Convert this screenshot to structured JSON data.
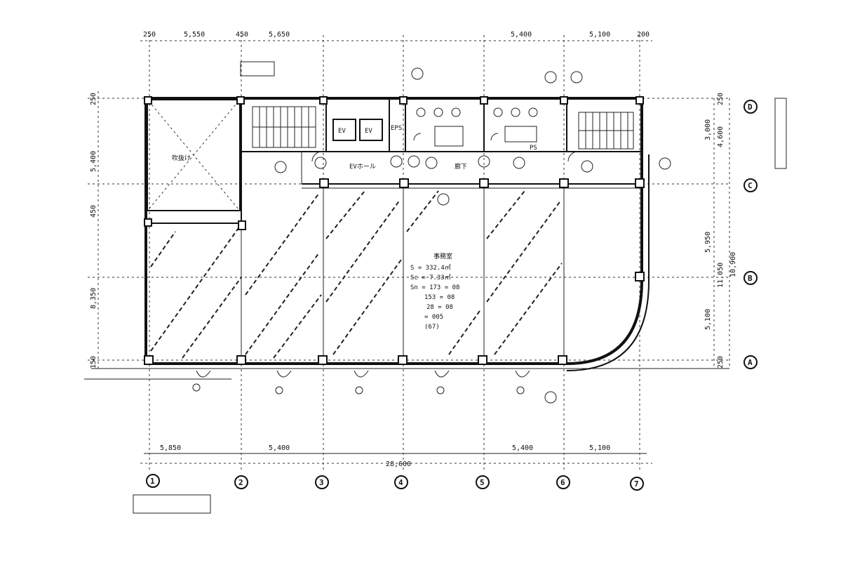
{
  "dimensions_top": [
    "250",
    "5,550",
    "450",
    "5,650",
    "5,400",
    "5,100",
    "200"
  ],
  "dimensions_bottom": [
    "5,850",
    "5,400",
    "5,400",
    "5,100"
  ],
  "dimension_total": "28,600",
  "dimensions_left": [
    "250",
    "5,400",
    "450",
    "8,350",
    "150"
  ],
  "dimensions_right": [
    "250",
    "3,000",
    "4,600",
    "5,950",
    "10,900",
    "11,050",
    "5,100",
    "250"
  ],
  "grid_columns": [
    "1",
    "2",
    "3",
    "4",
    "5",
    "6",
    "7"
  ],
  "grid_rows": [
    "D",
    "C",
    "B",
    "A"
  ],
  "room_labels": {
    "elevator_1": "EV",
    "elevator_2": "EV",
    "ev_hall": "EVホール",
    "eps": "EPS",
    "ps": "PS",
    "corridor": "廊下",
    "void": "吹抜け"
  },
  "area_note": [
    "事務室",
    "S = 332.4㎡",
    "Sc = 7.33㎡",
    "Sn = 173 = 08",
    "153 = 08",
    "28 = 08",
    "= 005",
    "(67)"
  ]
}
